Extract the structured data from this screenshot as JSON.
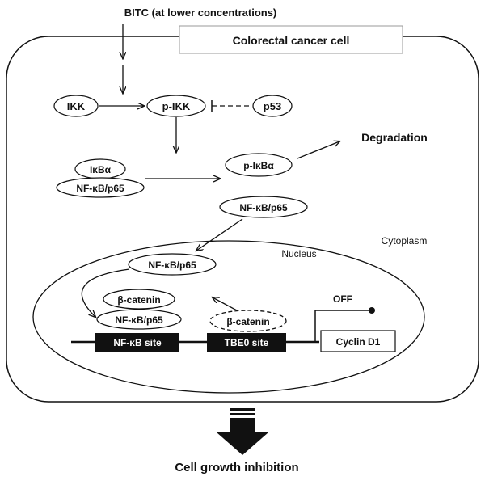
{
  "top_stimulus": "BITC (at lower concentrations)",
  "cell_title": "Colorectal cancer cell",
  "cytoplasm_label": "Cytoplasm",
  "nucleus_label": "Nucleus",
  "nodes": {
    "ikk": "IKK",
    "p_ikk": "p-IKK",
    "p53": "p53",
    "ikba": "IκBα",
    "nfkb_complex": "NF-κB/p65",
    "p_ikba": "p-IκBα",
    "degradation": "Degradation",
    "nfkb_free": "NF-κB/p65",
    "nfkb_nuclear": "NF-κB/p65",
    "beta_catenin_bound": "β-catenin",
    "nfkb_bound": "NF-κB/p65",
    "beta_catenin_dashed": "β-catenin"
  },
  "dna": {
    "nfkb_site": "NF-κB site",
    "tbe0_site": "TBE0 site",
    "cyclin_d1": "Cyclin D1",
    "off": "OFF"
  },
  "outcome": "Cell growth inhibition"
}
